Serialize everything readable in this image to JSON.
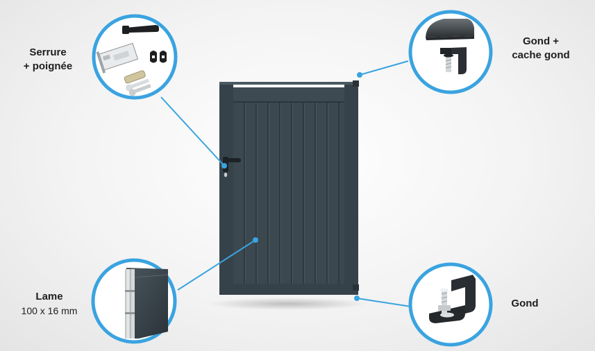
{
  "callouts": {
    "lock": {
      "line1": "Serrure",
      "line2": "+ poignée",
      "icon": "lock-and-handle-icon"
    },
    "hinge_cover": {
      "line1": "Gond +",
      "line2": "cache gond",
      "icon": "hinge-with-cover-icon"
    },
    "slat": {
      "line1": "Lame",
      "line2": "100 x 16 mm",
      "icon": "aluminium-slat-profile-icon"
    },
    "hinge": {
      "line1": "Gond",
      "icon": "hinge-icon"
    }
  },
  "colors": {
    "accent": "#3aa3e0",
    "gate": "#3b4850",
    "gate_dark": "#2c373e",
    "background": "#f1f1f1"
  }
}
